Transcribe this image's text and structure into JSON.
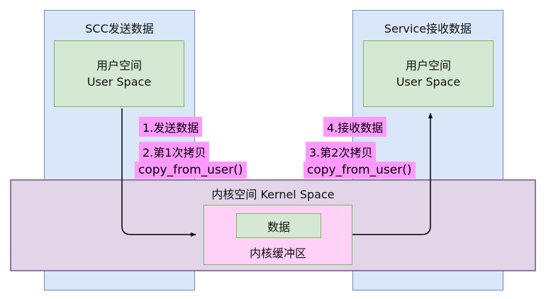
{
  "colors": {
    "column_fill": "#d9e7f8",
    "column_border": "#6c8ebf",
    "green_fill": "#d5e8d4",
    "green_border": "#82b366",
    "kernel_fill": "#e1d5e7",
    "kernel_border": "#9673a6",
    "buffer_fill": "#ffd1f7",
    "step_highlight": "#ff99ff",
    "arrow": "#000000"
  },
  "left_column": {
    "title": "SCC发送数据",
    "user_space_line1": "用户空间",
    "user_space_line2": "User Space"
  },
  "right_column": {
    "title": "Service接收数据",
    "user_space_line1": "用户空间",
    "user_space_line2": "User Space"
  },
  "kernel": {
    "title": "内核空间 Kernel Space",
    "buffer_label": "内核缓冲区",
    "data_label": "数据"
  },
  "steps": {
    "step1": "1.发送数据",
    "step2": "2.第1次拷贝",
    "step2_fn": "copy_from_user()",
    "step3": "3.第2次拷贝",
    "step3_fn": "copy_from_user()",
    "step4": "4.接收数据"
  }
}
